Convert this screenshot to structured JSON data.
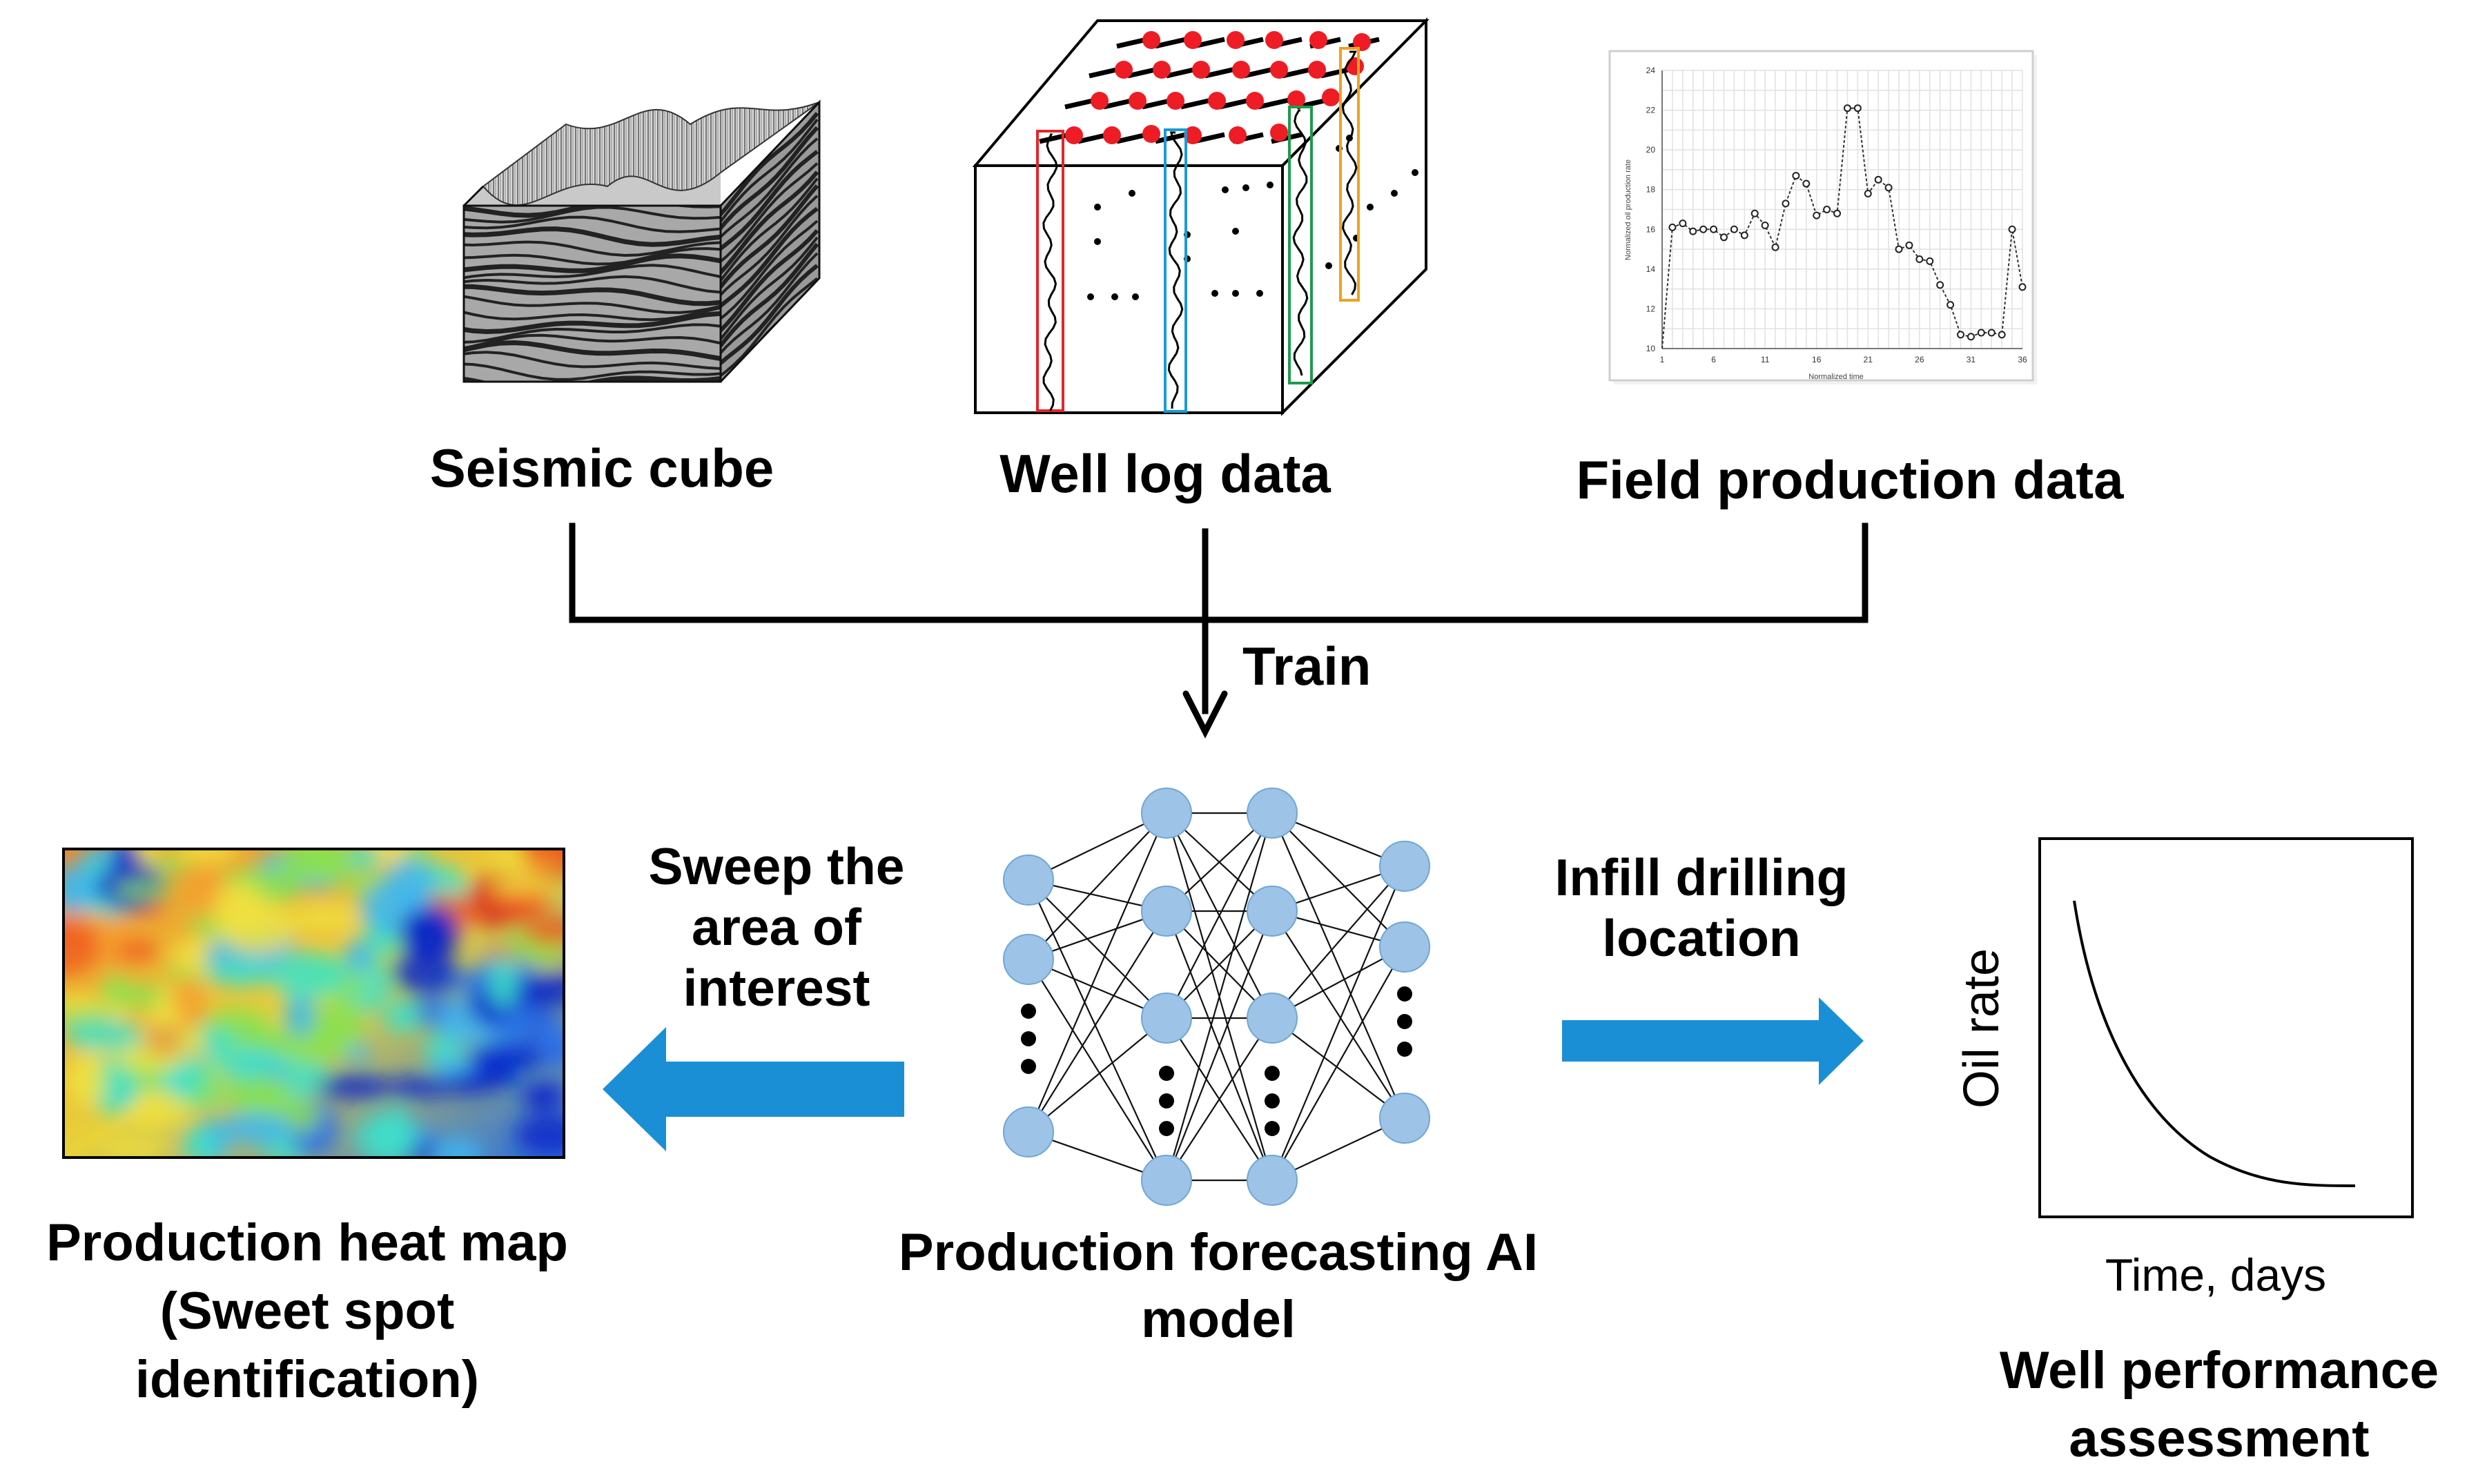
{
  "inputs": {
    "seismic": "Seismic cube",
    "well_log": "Well log data",
    "field_production": "Field production data"
  },
  "train_label": "Train",
  "left_arrow": {
    "lines": [
      "Sweep the",
      "area of",
      "interest"
    ]
  },
  "right_arrow": {
    "lines": [
      "Infill drilling",
      "location"
    ]
  },
  "outputs": {
    "heat_map": [
      "Production heat map",
      "(Sweet spot",
      "identification)"
    ],
    "ai_model": [
      "Production forecasting AI",
      "model"
    ],
    "well_performance": [
      "Well performance",
      "assessment"
    ]
  },
  "decline_plot": {
    "ylabel": "Oil rate",
    "xlabel": "Time, days"
  },
  "production_chart": {
    "type": "line",
    "ylabel": "Normalized oil production rate",
    "xlabel": "Normalized time",
    "x_ticks": [
      "1",
      "6",
      "11",
      "16",
      "21",
      "26",
      "31",
      "36"
    ],
    "y_ticks": [
      "10",
      "12",
      "14",
      "16",
      "18",
      "20",
      "22",
      "24"
    ],
    "xlim": [
      1,
      36
    ],
    "ylim": [
      10,
      24
    ],
    "x": [
      1,
      2,
      3,
      4,
      5,
      6,
      7,
      8,
      9,
      10,
      11,
      12,
      13,
      14,
      15,
      16,
      17,
      18,
      19,
      20,
      21,
      22,
      23,
      24,
      25,
      26,
      27,
      28,
      29,
      30,
      31,
      32,
      33,
      34,
      35,
      36
    ],
    "y": [
      10,
      16.1,
      16.3,
      15.9,
      16.0,
      16.0,
      15.6,
      16.0,
      15.7,
      16.8,
      16.2,
      15.1,
      17.3,
      18.7,
      18.3,
      16.7,
      17.0,
      16.8,
      22.1,
      22.1,
      17.8,
      18.5,
      18.1,
      15.0,
      15.2,
      14.5,
      14.4,
      13.2,
      12.2,
      10.7,
      10.6,
      10.8,
      10.8,
      10.7,
      16.0,
      13.1
    ]
  },
  "colors": {
    "arrow_blue": "#1a8fd6",
    "node_fill": "#9dc3e6",
    "node_stroke": "#6fa6d6",
    "red_marker": "#ee1c24",
    "log_red": "#e3262a",
    "log_blue": "#1a9ad6",
    "log_green": "#1e9a4a",
    "log_orange": "#f0a020"
  }
}
